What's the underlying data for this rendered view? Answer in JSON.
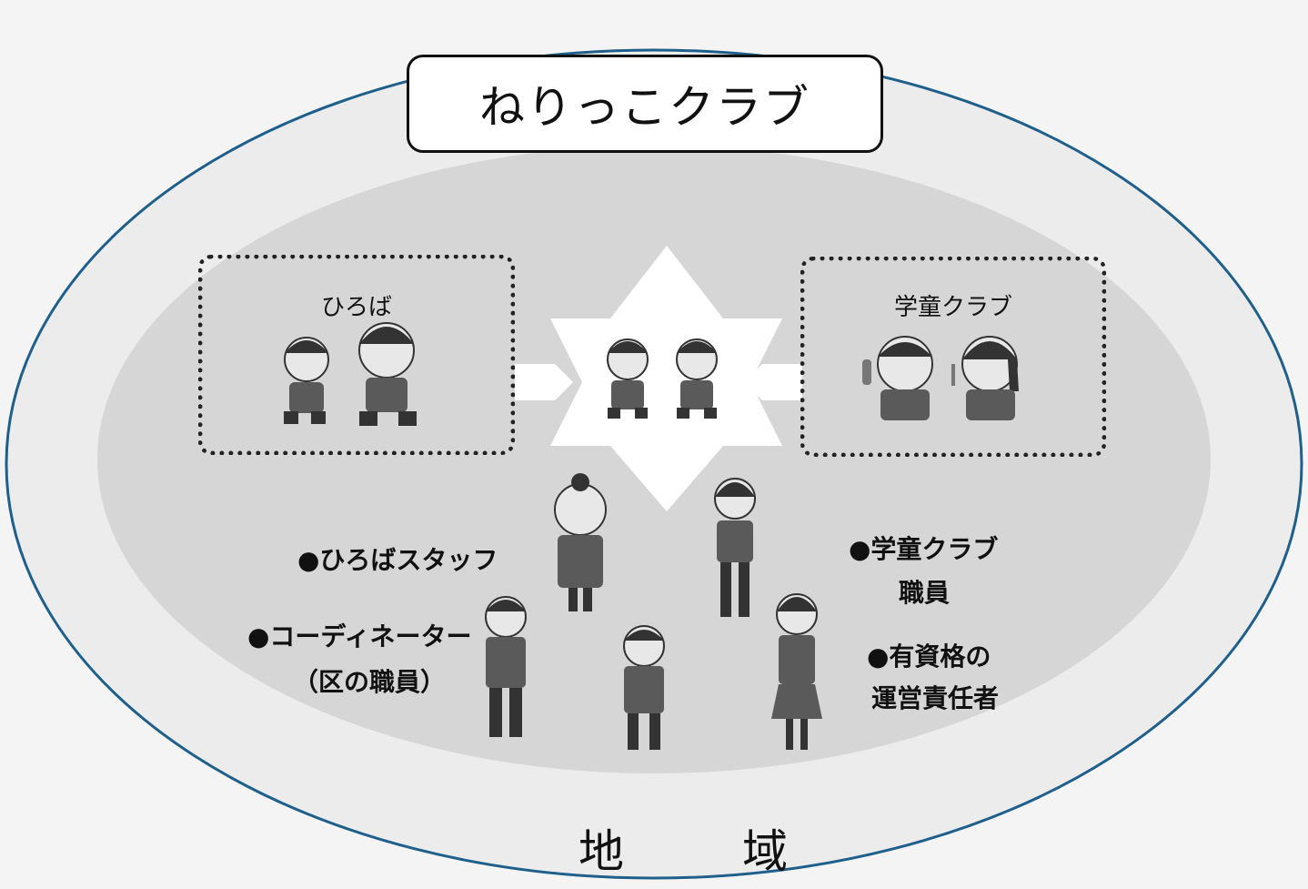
{
  "diagram": {
    "title": "ねりっこクラブ",
    "left_box_label": "ひろば",
    "right_box_label": "学童クラブ",
    "region_label": "地　域",
    "roles_left": [
      "●ひろばスタッフ",
      "●コーディネーター",
      "（区の職員）"
    ],
    "roles_right": [
      "●学童クラブ",
      "職員",
      "●有資格の",
      "運営責任者"
    ]
  },
  "colors": {
    "outer_ellipse_fill": "#ececec",
    "outer_ellipse_stroke": "#1f5f8b",
    "inner_ellipse_fill": "#d6d6d6",
    "star_fill": "#ffffff",
    "figure_fill": "#5a5a5a",
    "skin_fill": "#e8e8e8"
  }
}
